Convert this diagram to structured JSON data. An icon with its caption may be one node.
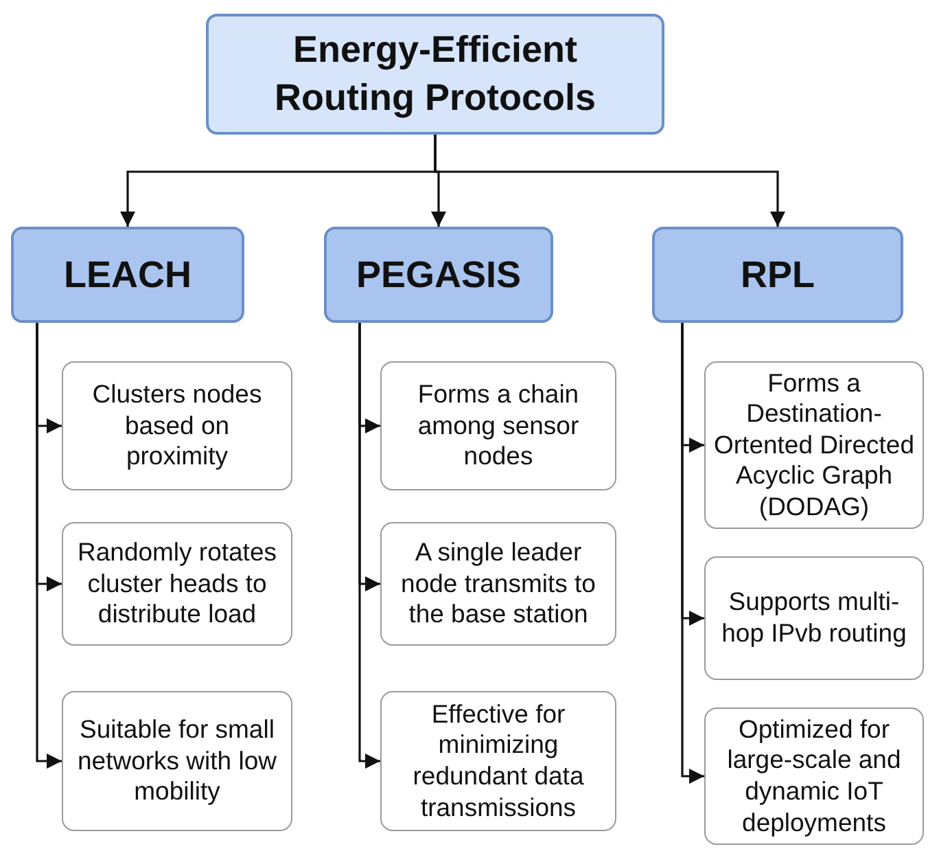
{
  "diagram": {
    "nodes": [
      {
        "text": [
          "Energy-Efficient Routing Protocols"
        ]
      },
      {
        "text": [
          "LEACH"
        ]
      },
      {
        "text": [
          "PEGASIS"
        ]
      },
      {
        "text": [
          "RPL"
        ]
      },
      {
        "text": [
          "Clusters nodes based on proximity"
        ]
      },
      {
        "text": [
          "Randomly rotates cluster heads to distribute load"
        ]
      },
      {
        "text": [
          "Suitable for small networks with low mobility"
        ]
      },
      {
        "text": [
          "Forms a chain among sensor nodes"
        ]
      },
      {
        "text": [
          "A single leader node transmits to the base station"
        ]
      },
      {
        "text": [
          "Effective for minimizing redundant data transmissions"
        ]
      },
      {
        "text": [
          "Forms a Destination-Ortented Directed Acyclic Graph (DODAG)"
        ]
      },
      {
        "text": [
          "Supports multi-hop IPvb routing"
        ]
      },
      {
        "text": [
          "Optimized for large-scale and dynamic IoT deployments"
        ]
      }
    ],
    "edges": [
      {
        "from": 0,
        "to": 1,
        "arrow": "to"
      },
      {
        "from": 0,
        "to": 2,
        "arrow": "to"
      },
      {
        "from": 0,
        "to": 3,
        "arrow": "to"
      },
      {
        "from": 1,
        "to": 4,
        "arrow": "to"
      },
      {
        "from": 1,
        "to": 5,
        "arrow": "to"
      },
      {
        "from": 1,
        "to": 6,
        "arrow": "to"
      },
      {
        "from": 2,
        "to": 7,
        "arrow": "to"
      },
      {
        "from": 2,
        "to": 8,
        "arrow": "to"
      },
      {
        "from": 2,
        "to": 9,
        "arrow": "to"
      },
      {
        "from": 3,
        "to": 10,
        "arrow": "to"
      },
      {
        "from": 3,
        "to": 11,
        "arrow": "to"
      },
      {
        "from": 3,
        "to": 12,
        "arrow": "to"
      }
    ]
  }
}
